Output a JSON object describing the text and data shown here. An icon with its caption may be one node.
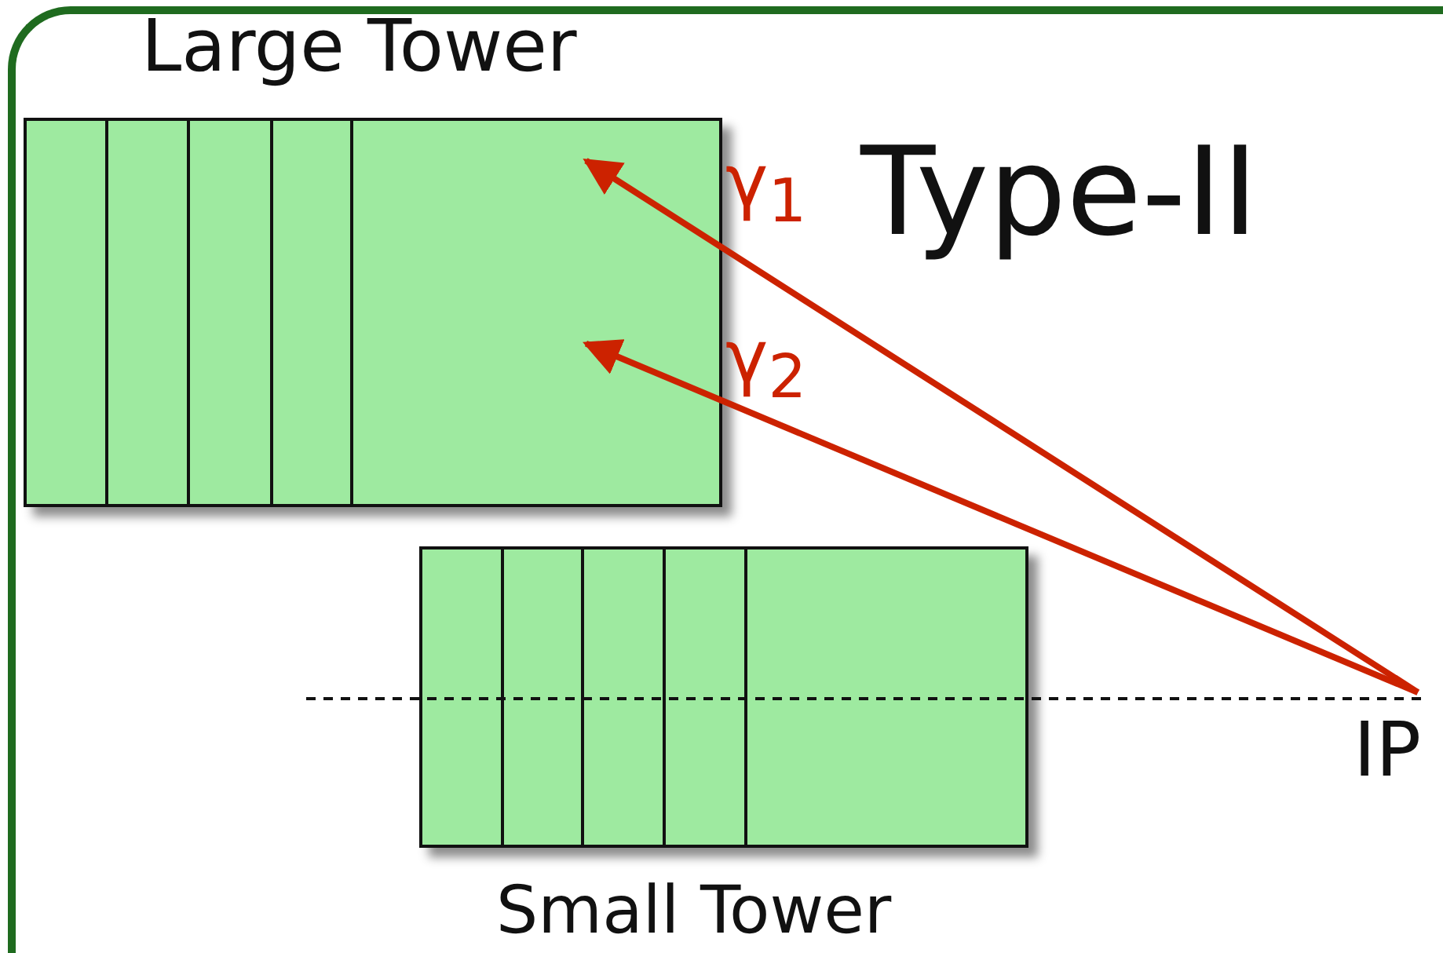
{
  "diagram": {
    "nodes": [
      {
        "text": [
          "Large Tower"
        ]
      },
      {
        "text": [
          "Small Tower"
        ]
      },
      {
        "text": [
          "IP"
        ]
      }
    ],
    "edges": [
      {
        "from": 2,
        "to": 0,
        "arrow": "to",
        "label": "γ$_{1}$"
      },
      {
        "from": 2,
        "to": 0,
        "arrow": "to",
        "label": "γ$_{2}$"
      }
    ],
    "labels": [
      "Type-II"
    ]
  }
}
